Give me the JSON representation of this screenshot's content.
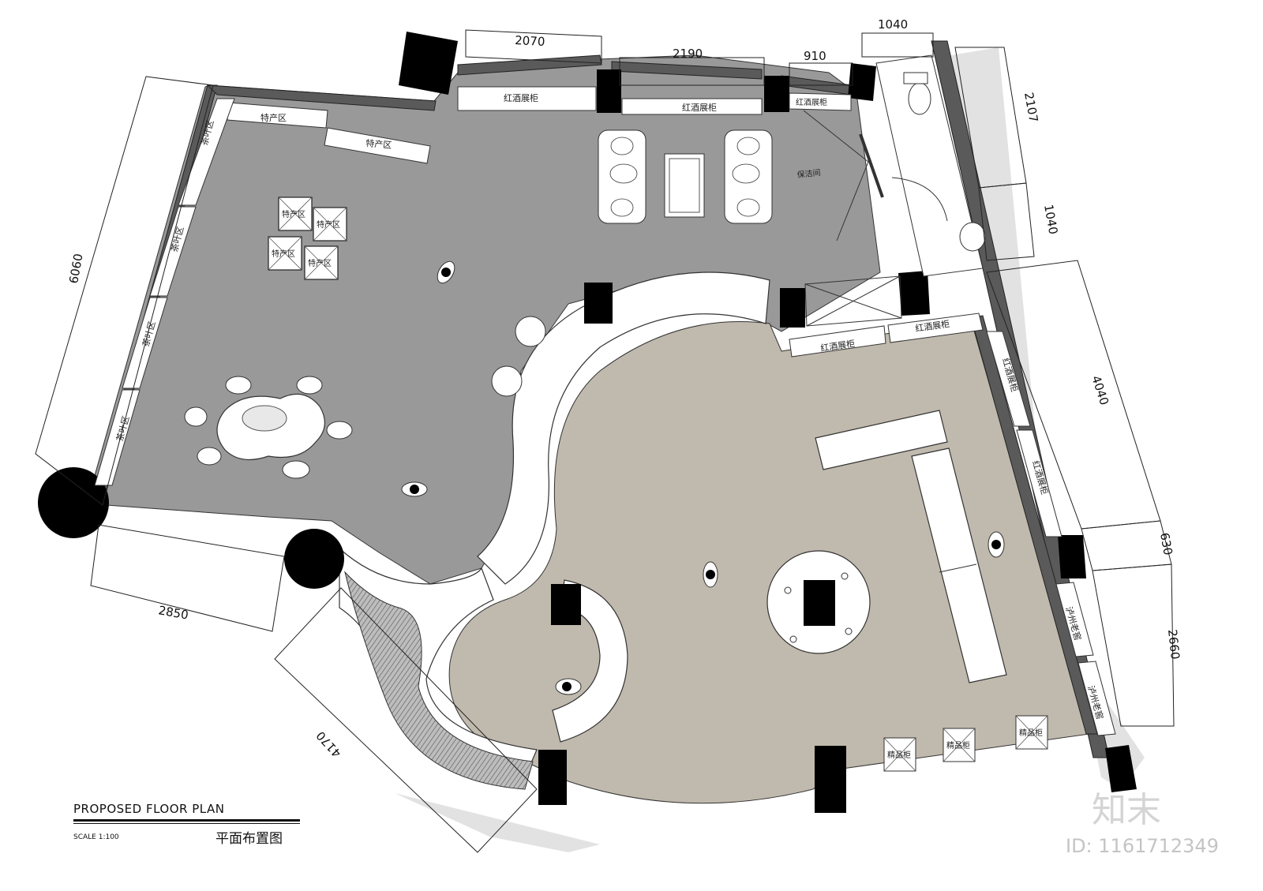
{
  "dimensions": {
    "top_left": "2070",
    "top_mid": "2190",
    "top_right": "910",
    "top_wc": "1040",
    "right_top": "2107",
    "right_wc": "1040",
    "right_mid": "4040",
    "right_small": "630",
    "right_bottom": "2660",
    "left": "6060",
    "bottom_left": "2850",
    "bottom_diag": "4170"
  },
  "labels": {
    "wine_cabinet": "红酒展柜",
    "specialty_area": "特产区",
    "tea_area": "茶叶区",
    "luzhou_laojiao": "泸州老窖",
    "boutique_cabinet": "精品柜",
    "cleaning_room": "保洁间"
  },
  "title": {
    "english": "PROPOSED FLOOR PLAN",
    "scale": "SCALE 1:100",
    "chinese": "平面布置图"
  },
  "watermark": {
    "brand": "知末",
    "id": "ID: 1161712349"
  },
  "colors": {
    "zone_gray": "#999999",
    "zone_beige": "#c0b9ad",
    "wall": "#5a5a5a",
    "column": "#000000",
    "fixture": "#ffffff"
  }
}
